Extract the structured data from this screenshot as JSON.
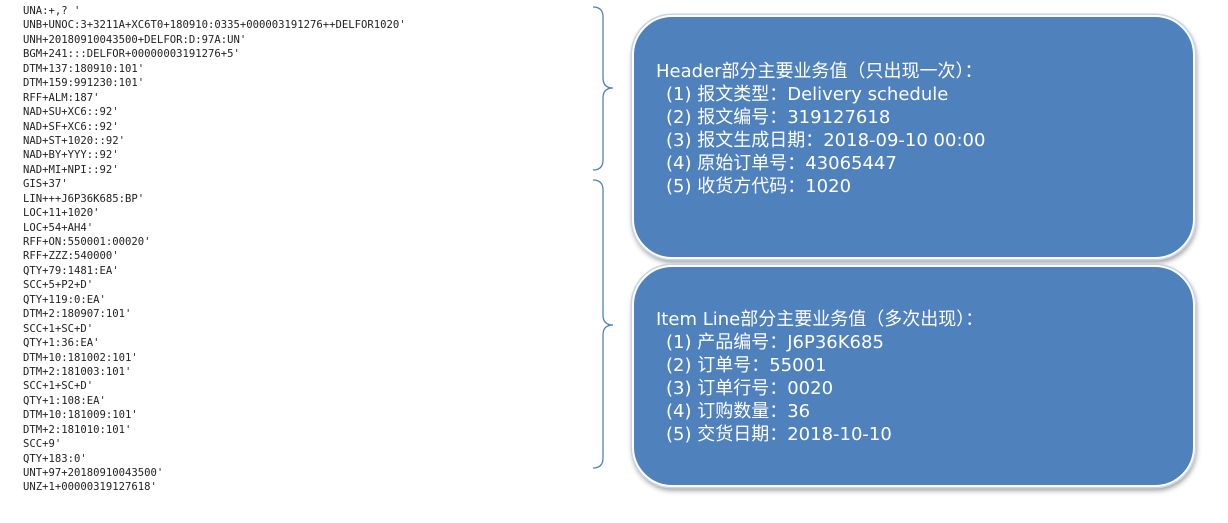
{
  "edi_lines": [
    "UNA:+,? '",
    "UNB+UNOC:3+3211A+XC6T0+180910:0335+000003191276++DELFOR1020'",
    "UNH+20180910043500+DELFOR:D:97A:UN'",
    "BGM+241:::DELFOR+00000003191276+5'",
    "DTM+137:180910:101'",
    "DTM+159:991230:101'",
    "RFF+ALM:187'",
    "NAD+SU+XC6::92'",
    "NAD+SF+XC6::92'",
    "NAD+ST+1020::92'",
    "NAD+BY+YYY::92'",
    "NAD+MI+NPI::92'",
    "GIS+37'",
    "LIN+++J6P36K685:BP'",
    "LOC+11+1020'",
    "LOC+54+AH4'",
    "RFF+ON:550001:00020'",
    "RFF+ZZZ:540000'",
    "QTY+79:1481:EA'",
    "SCC+5+P2+D'",
    "QTY+119:0:EA'",
    "DTM+2:180907:101'",
    "SCC+1+SC+D'",
    "QTY+1:36:EA'",
    "DTM+10:181002:101'",
    "DTM+2:181003:101'",
    "SCC+1+SC+D'",
    "QTY+1:108:EA'",
    "DTM+10:181009:101'",
    "DTM+2:181010:101'",
    "SCC+9'",
    "QTY+183:0'",
    "UNT+97+20180910043500'",
    "UNZ+1+00000319127618'"
  ],
  "header_box": {
    "title": "Header部分主要业务值（只出现一次）：",
    "items": [
      "(1) 报文类型：Delivery schedule",
      "(2) 报文编号：319127618",
      "(3) 报文生成日期：2018-09-10 00:00",
      "(4) 原始订单号：43065447",
      "(5) 收货方代码：1020"
    ]
  },
  "item_box": {
    "title": "Item Line部分主要业务值（多次出现）：",
    "items": [
      "(1) 产品编号：J6P36K685",
      "(2) 订单号：55001",
      "(3) 订单行号：0020",
      "(4) 订购数量：36",
      "(5) 交货日期：2018-10-10"
    ]
  },
  "colors": {
    "box_fill": "#4f81bd",
    "brace": "#4f81bd",
    "text": "#ffffff"
  }
}
